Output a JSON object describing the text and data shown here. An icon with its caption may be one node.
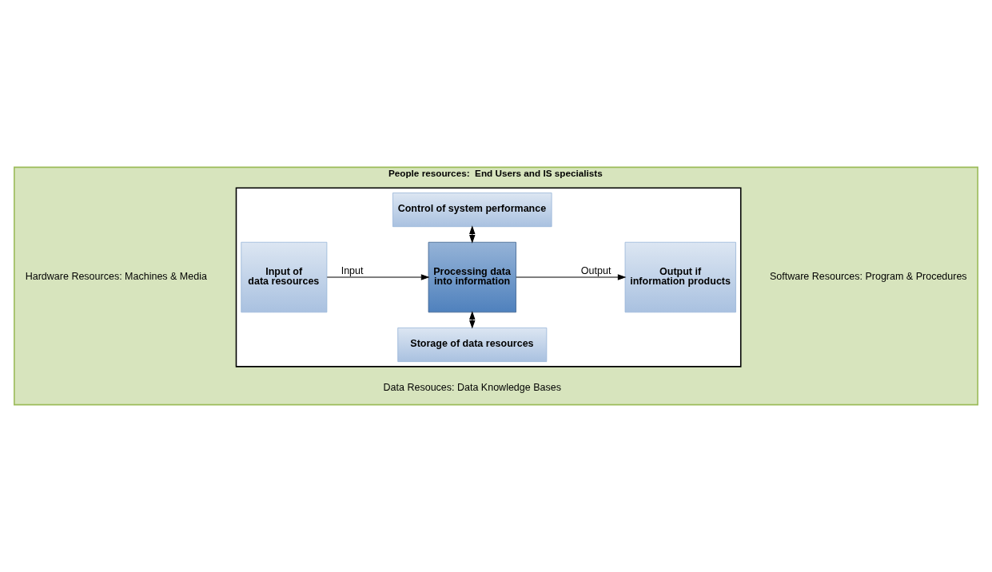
{
  "diagram": {
    "nodes": [
      {
        "text": [
          "People resources:  End Users and IS specialists",
          "Hardware Resources: Machines & Media",
          "Software Resources: Program & Procedures",
          "Data Resouces: Data Knowledge Bases"
        ]
      },
      {
        "text": [],
        "shape": "box",
        "in": 0
      },
      {
        "text": [
          "Control of system performance"
        ],
        "in": 1
      },
      {
        "text": [
          "Input of data resources"
        ],
        "in": 1
      },
      {
        "text": [
          "Processing data into information"
        ],
        "in": 1
      },
      {
        "text": [
          "Output if information products"
        ],
        "in": 1
      },
      {
        "text": [
          "Storage of data resources"
        ],
        "in": 1
      }
    ],
    "edges": [
      {
        "from": 3,
        "to": 4,
        "arrow": "to",
        "label": "Input"
      },
      {
        "from": 4,
        "to": 5,
        "arrow": "to",
        "label": "Output"
      },
      {
        "from": 4,
        "to": 2,
        "arrow": "both"
      },
      {
        "from": 6,
        "to": 4,
        "arrow": "both"
      }
    ]
  }
}
